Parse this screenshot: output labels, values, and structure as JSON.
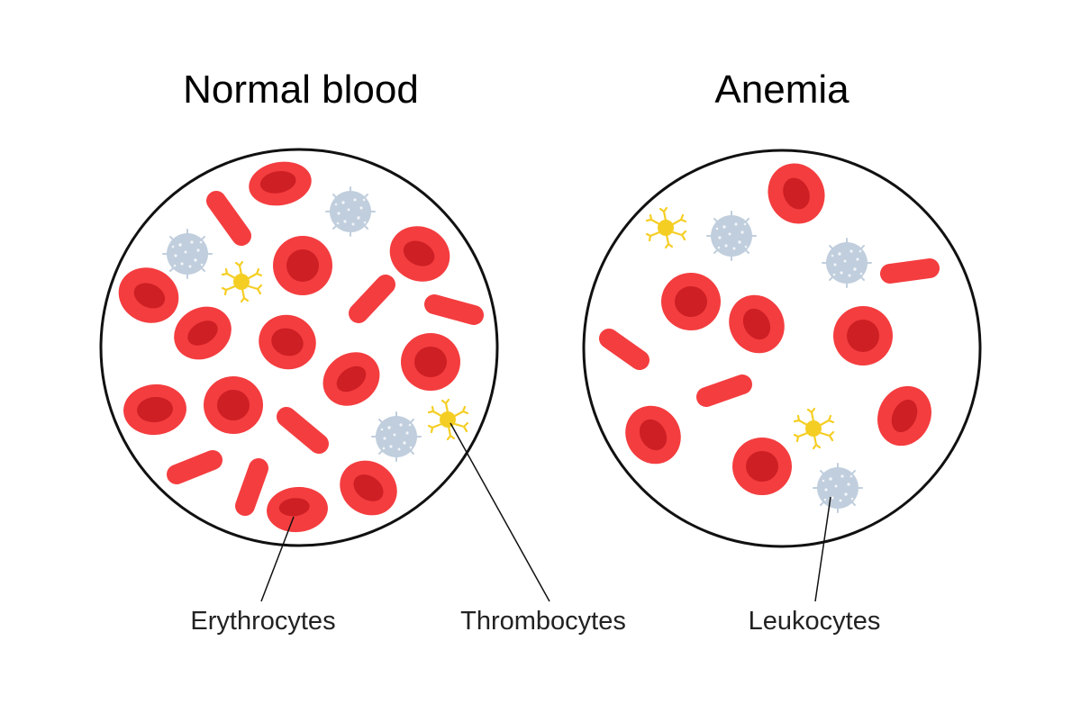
{
  "titles": {
    "left": "Normal blood",
    "right": "Anemia"
  },
  "labels": {
    "erythrocytes": "Erythrocytes",
    "thrombocytes": "Thrombocytes",
    "leukocytes": "Leukocytes"
  },
  "colors": {
    "rbc_outer": "#f43d3f",
    "rbc_inner": "#cd1f24",
    "leukocyte": "#c0cedd",
    "leukocyte_dot": "#f2f5f9",
    "thrombocyte": "#f5ce24",
    "outline": "#111111"
  }
}
